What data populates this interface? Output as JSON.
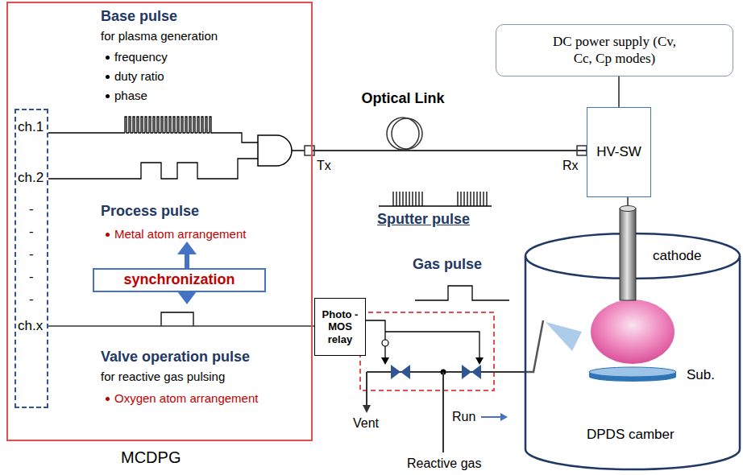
{
  "diagram": {
    "nodes": [
      {
        "text": [
          "Base pulse",
          "for plasma generation",
          "frequency",
          "duty ratio",
          "phase",
          "Process pulse",
          "Metal atom arrangement",
          "Valve operation pulse",
          "for reactive gas pulsing",
          "Oxygen atom arrangement",
          "MCDPG"
        ]
      },
      {
        "text": [
          "ch.1",
          "ch.2",
          "-",
          "-",
          "-",
          "-",
          "-",
          "ch.x"
        ],
        "in": 0
      },
      {
        "text": [
          "synchronization"
        ],
        "in": 0
      },
      {
        "text": [
          "DC power supply (Cv, Cc, Cp modes)"
        ]
      },
      {
        "text": [
          "HV-SW"
        ]
      },
      {
        "text": [
          "Photo -MOS relay"
        ]
      },
      {
        "text": [
          "cathode"
        ]
      },
      {
        "text": [
          "DPDS camber"
        ]
      },
      {
        "text": [
          "Sub."
        ],
        "in": 7
      }
    ],
    "edges": [
      {
        "from": 0,
        "to": 4,
        "arrow": "none",
        "label": "Optical Link"
      },
      {
        "from": 3,
        "to": 4,
        "arrow": "none"
      },
      {
        "from": 4,
        "to": 6,
        "arrow": "none"
      },
      {
        "from": 1,
        "to": 5,
        "arrow": "none"
      }
    ],
    "labels": [
      "Tx",
      "Rx",
      "Sputter pulse",
      "Gas pulse",
      "Vent",
      "Run",
      "Reactive gas"
    ]
  }
}
